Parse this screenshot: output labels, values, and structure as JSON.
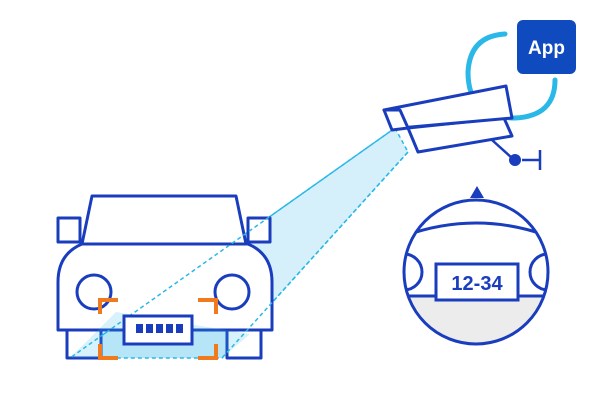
{
  "app_badge": {
    "label": "App",
    "color": "#0f4bbf"
  },
  "magnifier": {
    "plate_text": "12-34"
  },
  "car": {
    "plate_dots": 5,
    "plate_dot_symbol": "■"
  },
  "colors": {
    "outline": "#1a3dbd",
    "cyan": "#29b8e8",
    "beam_fill": "#d6f0fb",
    "focus_corners": "#f07a1e",
    "lens_bottom": "#ececec"
  },
  "icons": [
    "video-camera-icon",
    "cable-connector-icon",
    "car-icon",
    "license-plate-icon",
    "magnifier-icon",
    "app-icon"
  ]
}
